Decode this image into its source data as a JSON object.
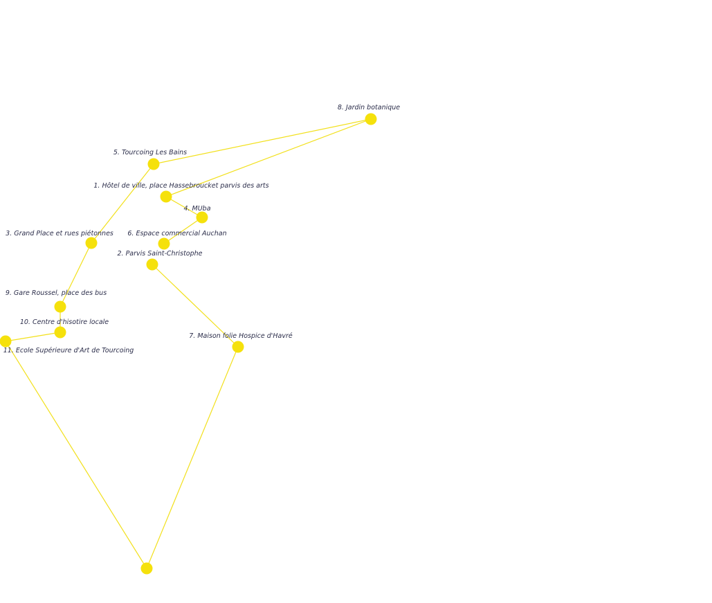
{
  "map": {
    "colors": {
      "route": "#f2e01b",
      "dot": "#f5e10c",
      "label": "#2b2d4a",
      "background": "#ffffff"
    },
    "stops": [
      {
        "id": "s1",
        "label": "1. Hôtel de ville, place Hassebroucket parvis des arts"
      },
      {
        "id": "s2",
        "label": "2. Parvis Saint-Christophe"
      },
      {
        "id": "s3",
        "label": "3. Grand Place et rues piétonnes"
      },
      {
        "id": "s4",
        "label": "4. MUba"
      },
      {
        "id": "s5",
        "label": "5. Tourcoing Les Bains"
      },
      {
        "id": "s6",
        "label": "6. Espace commercial Auchan"
      },
      {
        "id": "s7",
        "label": "7. Maison folie Hospice d'Havré"
      },
      {
        "id": "s8",
        "label": "8. Jardin botanique"
      },
      {
        "id": "s9",
        "label": "9. Gare Roussel, place des bus"
      },
      {
        "id": "s10",
        "label": "10. Centre d'hisotire locale"
      },
      {
        "id": "s11",
        "label": "11. Ecole Supérieure d'Art de Tourcoing"
      },
      {
        "id": "s12",
        "label": ""
      }
    ],
    "route_order": [
      "s2",
      "s7",
      "s12",
      "s11",
      "s10",
      "s9",
      "s3",
      "s5",
      "s8",
      "s1",
      "s4",
      "s6"
    ]
  }
}
